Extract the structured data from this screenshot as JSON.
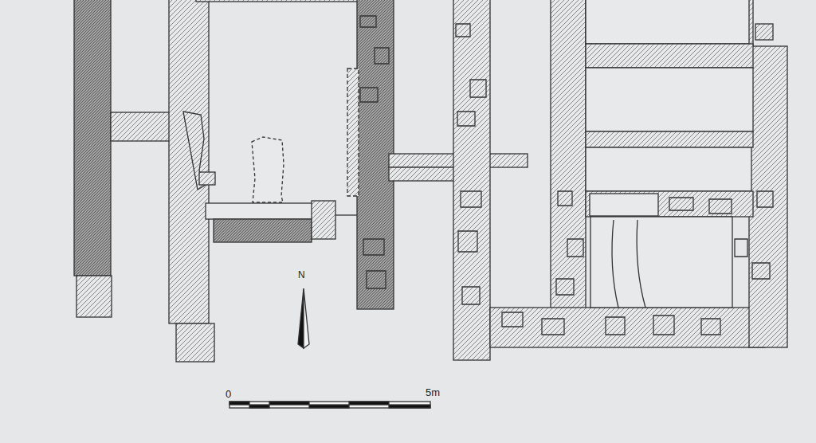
{
  "diagram": {
    "labels": [
      "N",
      "0",
      "5m"
    ]
  }
}
